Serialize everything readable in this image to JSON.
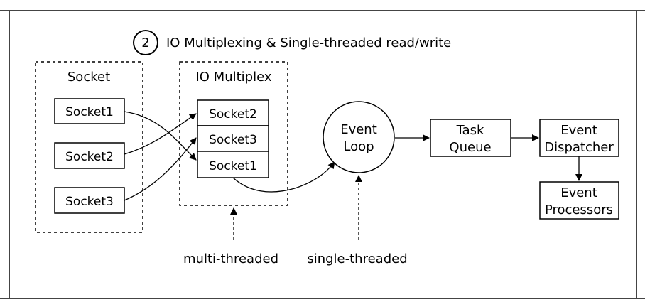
{
  "diagram": {
    "step_number": "2",
    "title": "IO Multiplexing & Single-threaded read/write",
    "socket_group": {
      "label": "Socket",
      "items": [
        "Socket1",
        "Socket2",
        "Socket3"
      ]
    },
    "multiplex_group": {
      "label": "IO Multiplex",
      "items": [
        "Socket2",
        "Socket3",
        "Socket1"
      ]
    },
    "event_loop": [
      "Event",
      "Loop"
    ],
    "task_queue": [
      "Task",
      "Queue"
    ],
    "event_dispatcher": [
      "Event",
      "Dispatcher"
    ],
    "event_processors": [
      "Event",
      "Processors"
    ],
    "annotations": {
      "multi_threaded": "multi-threaded",
      "single_threaded": "single-threaded"
    }
  }
}
